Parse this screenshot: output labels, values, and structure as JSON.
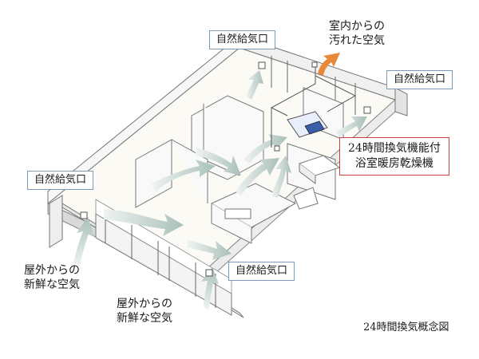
{
  "labels": {
    "supply_top": "自然給気口",
    "supply_right": "自然給気口",
    "supply_left": "自然給気口",
    "supply_bottom": "自然給気口",
    "exhaust_line1": "室内からの",
    "exhaust_line2": "汚れた空気",
    "unit_line1": "24時間換気機能付",
    "unit_line2": "浴室暖房乾燥機",
    "fresh_left_line1": "屋外からの",
    "fresh_left_line2": "新鮮な空気",
    "fresh_bottom_line1": "屋外からの",
    "fresh_bottom_line2": "新鮮な空気",
    "caption": "24時間換気概念図"
  },
  "colors": {
    "supply_box_border": "#7a9ab8",
    "unit_box_border": "#d04040",
    "exhaust_arrow": "#e8893a",
    "airflow_arrow": "#b8ccc6",
    "unit_body": "#3a5ea8"
  }
}
